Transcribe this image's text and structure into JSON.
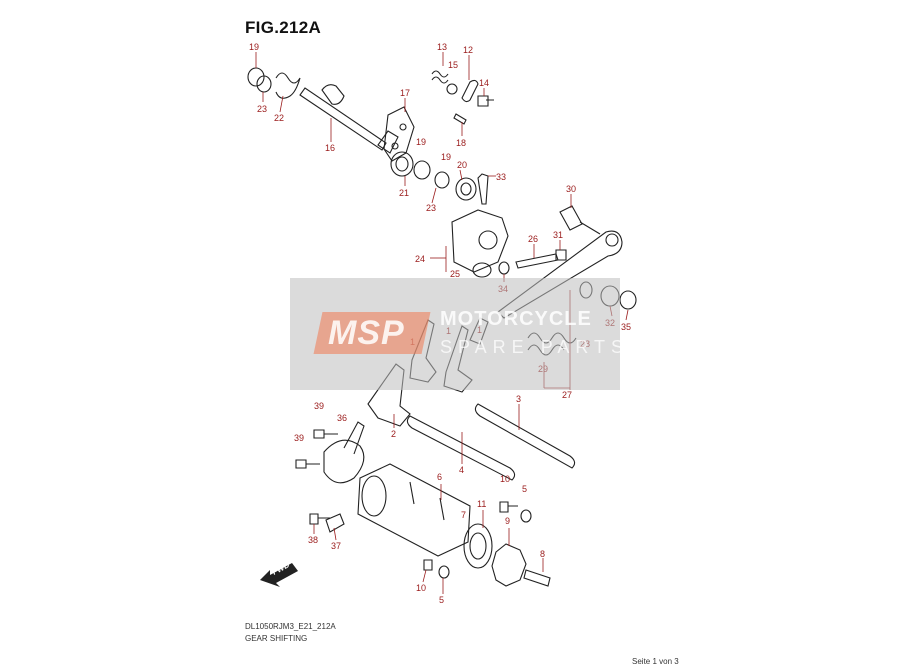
{
  "figure": {
    "title": "FIG.212A"
  },
  "footer": {
    "code": "DL1050RJM3_E21_212A",
    "name": "GEAR SHIFTING",
    "page": "Seite 1 von 3"
  },
  "watermark": {
    "badge": "MSP",
    "line1": "MOTORCYCLE",
    "line2": "SPARE PARTS"
  },
  "fwd_label": "FWD",
  "callouts": [
    "19",
    "23",
    "22",
    "16",
    "17",
    "13",
    "15",
    "12",
    "14",
    "18",
    "19",
    "21",
    "23",
    "19",
    "20",
    "33",
    "30",
    "24",
    "25",
    "26",
    "31",
    "34",
    "32",
    "35",
    "28",
    "29",
    "27",
    "1",
    "1",
    "1",
    "2",
    "3",
    "39",
    "36",
    "39",
    "4",
    "6",
    "7",
    "10",
    "5",
    "11",
    "9",
    "8",
    "38",
    "37",
    "10",
    "5"
  ],
  "colors": {
    "callout": "#9a1b1b",
    "line": "#222222"
  }
}
